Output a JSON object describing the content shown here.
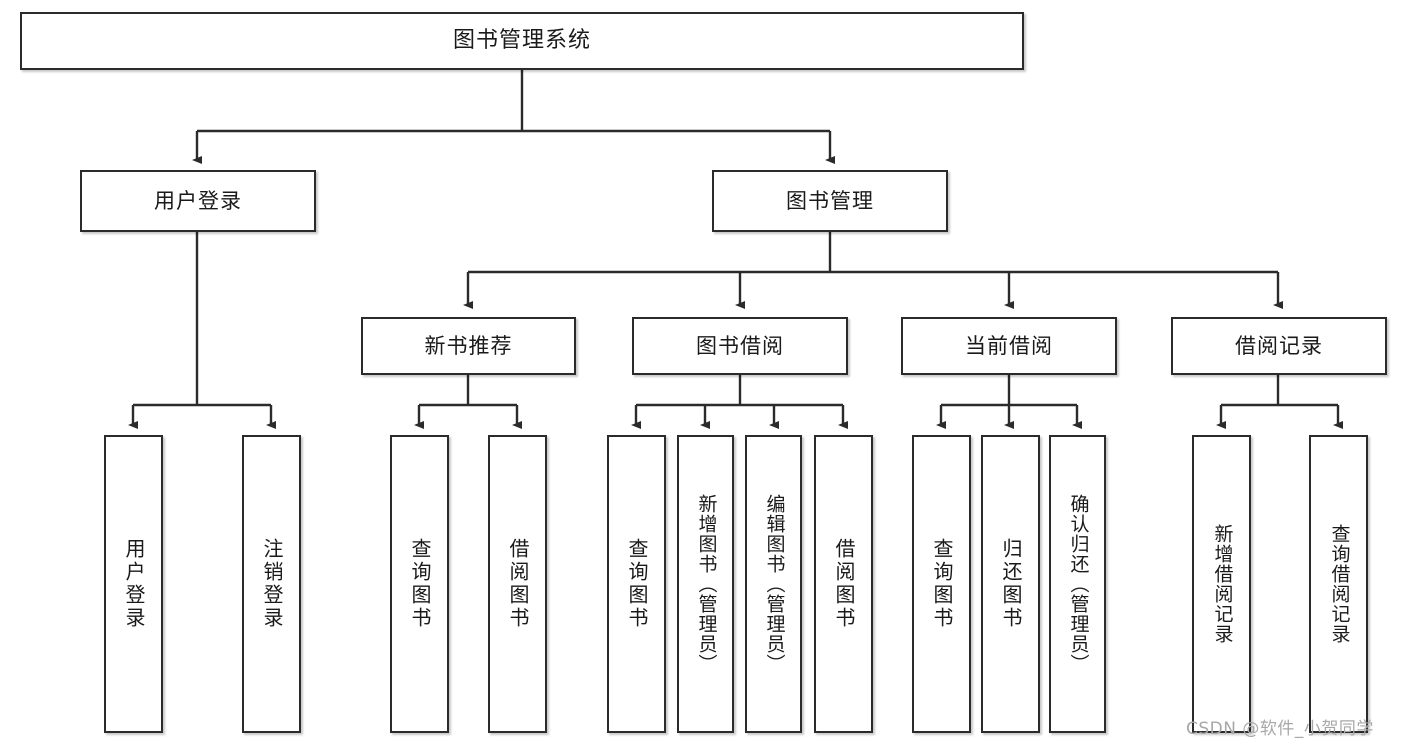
{
  "diagram": {
    "type": "tree",
    "title": "图书管理系统",
    "watermark": "CSDN @软件_小贺同学",
    "colors": {
      "box_border": "#2b2b2b",
      "box_fill": "#ffffff",
      "edge": "#2b2b2b",
      "text": "#1a1a1a",
      "watermark": "#a8a8a8"
    },
    "nodes": {
      "root": {
        "label": "图书管理系统"
      },
      "level1": [
        {
          "label": "用户登录"
        },
        {
          "label": "图书管理"
        }
      ],
      "level2": [
        {
          "label": "新书推荐"
        },
        {
          "label": "图书借阅"
        },
        {
          "label": "当前借阅"
        },
        {
          "label": "借阅记录"
        }
      ],
      "leaves": {
        "user_login": [
          {
            "label": "用户登录"
          },
          {
            "label": "注销登录"
          }
        ],
        "new_book": [
          {
            "label": "查询图书"
          },
          {
            "label": "借阅图书"
          }
        ],
        "book_borrow": [
          {
            "label": "查询图书"
          },
          {
            "label": "新增图书（管理员）"
          },
          {
            "label": "编辑图书（管理员）"
          },
          {
            "label": "借阅图书"
          }
        ],
        "current_borrow": [
          {
            "label": "查询图书"
          },
          {
            "label": "归还图书"
          },
          {
            "label": "确认归还（管理员）"
          }
        ],
        "borrow_record": [
          {
            "label": "新增借阅记录"
          },
          {
            "label": "查询借阅记录"
          }
        ]
      }
    }
  }
}
